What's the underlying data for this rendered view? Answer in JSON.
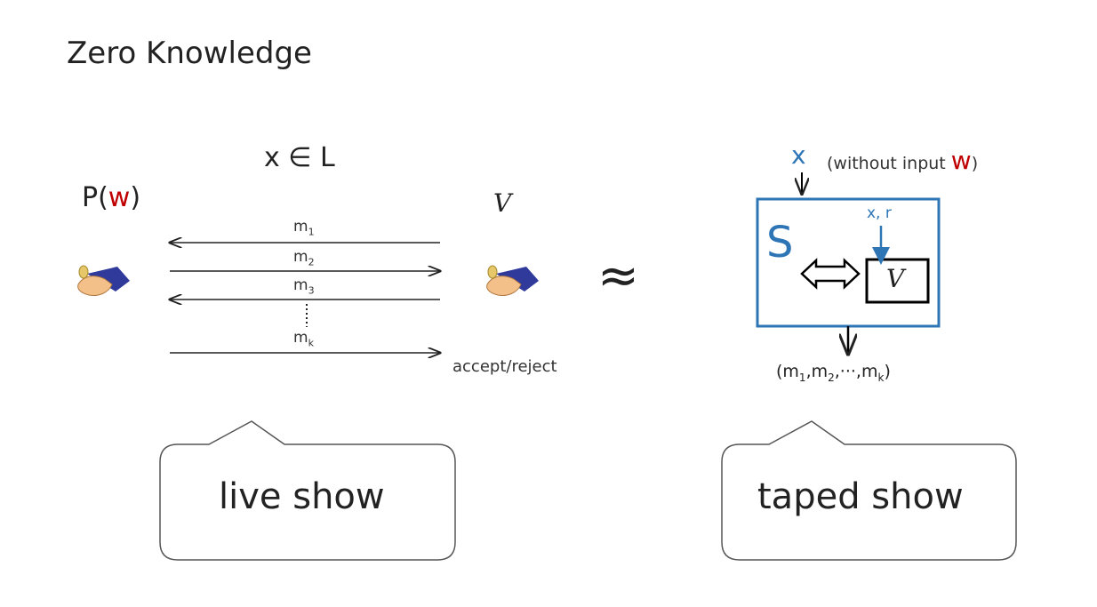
{
  "title": "Zero Knowledge",
  "statement": "x ∈ L",
  "prover": {
    "label": "P(",
    "witness": "w",
    "close": ")"
  },
  "verifier": {
    "label": "V"
  },
  "messages": [
    {
      "m": "m",
      "sub": "1",
      "direction": "left"
    },
    {
      "m": "m",
      "sub": "2",
      "direction": "right"
    },
    {
      "m": "m",
      "sub": "3",
      "direction": "left"
    },
    {
      "m": "m",
      "sub": "k",
      "direction": "right"
    }
  ],
  "verdict": "accept/reject",
  "approx_symbol": "≈",
  "simulator": {
    "input_x": "x",
    "note_prefix": "(without input ",
    "note_w": "w",
    "note_suffix": ")",
    "label": "S",
    "inner_input": "x, r",
    "inner_verifier": "V",
    "output_open": "(m",
    "output_s1": "1",
    "output_m2": ",m",
    "output_s2": "2",
    "output_dots": ",···,m",
    "output_sk": "k",
    "output_close": ")"
  },
  "bubbles": {
    "live": "live show",
    "taped": "taped show"
  },
  "colors": {
    "accent_blue": "#2e75b6",
    "accent_red": "#c00000"
  },
  "icons": {
    "hand": "handshake-icon"
  }
}
